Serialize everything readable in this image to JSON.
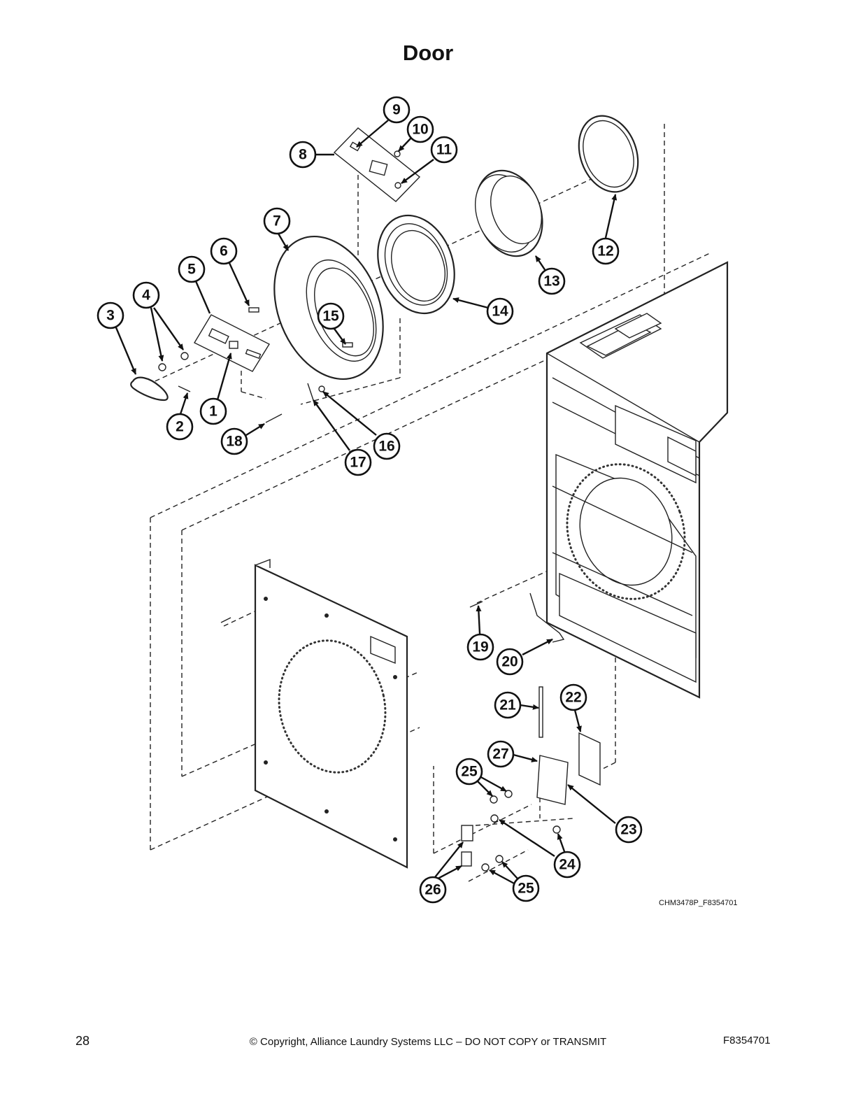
{
  "title": "Door",
  "drawing_id": "CHM3478P_F8354701",
  "footer": {
    "page_number": "28",
    "copyright": "© Copyright, Alliance Laundry Systems LLC – DO NOT COPY or TRANSMIT",
    "document_number": "F8354701"
  },
  "callouts": [
    "1",
    "2",
    "3",
    "4",
    "5",
    "6",
    "7",
    "8",
    "9",
    "10",
    "11",
    "12",
    "13",
    "14",
    "15",
    "16",
    "17",
    "18",
    "19",
    "20",
    "21",
    "22",
    "23",
    "24",
    "25",
    "26",
    "27"
  ]
}
